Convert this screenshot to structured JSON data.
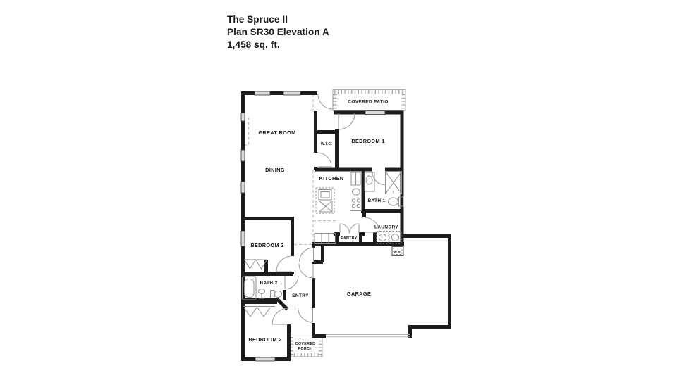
{
  "title": {
    "line1": "The Spruce II",
    "line2": "Plan SR30 Elevation A",
    "line3": "1,458 sq. ft."
  },
  "plan": {
    "rooms": {
      "great_room": "GREAT ROOM",
      "dining": "DINING",
      "kitchen": "KITCHEN",
      "wic": "W.I.C.",
      "bedroom1": "BEDROOM 1",
      "bath1": "BATH 1",
      "laundry": "LAUNDRY",
      "pantry": "PANTRY",
      "wh": "W.H.",
      "bedroom3": "BEDROOM 3",
      "bath2": "BATH 2",
      "entry": "ENTRY",
      "garage": "GARAGE",
      "bedroom2": "BEDROOM 2",
      "covered_patio": "COVERED PATIO",
      "covered_porch_line1": "COVERED",
      "covered_porch_line2": "PORCH"
    },
    "colors": {
      "wall": "#1a1c1e",
      "window": "#d9dbdc",
      "fixture": "#8d9296",
      "text": "#17191b",
      "background": "#ffffff"
    }
  }
}
